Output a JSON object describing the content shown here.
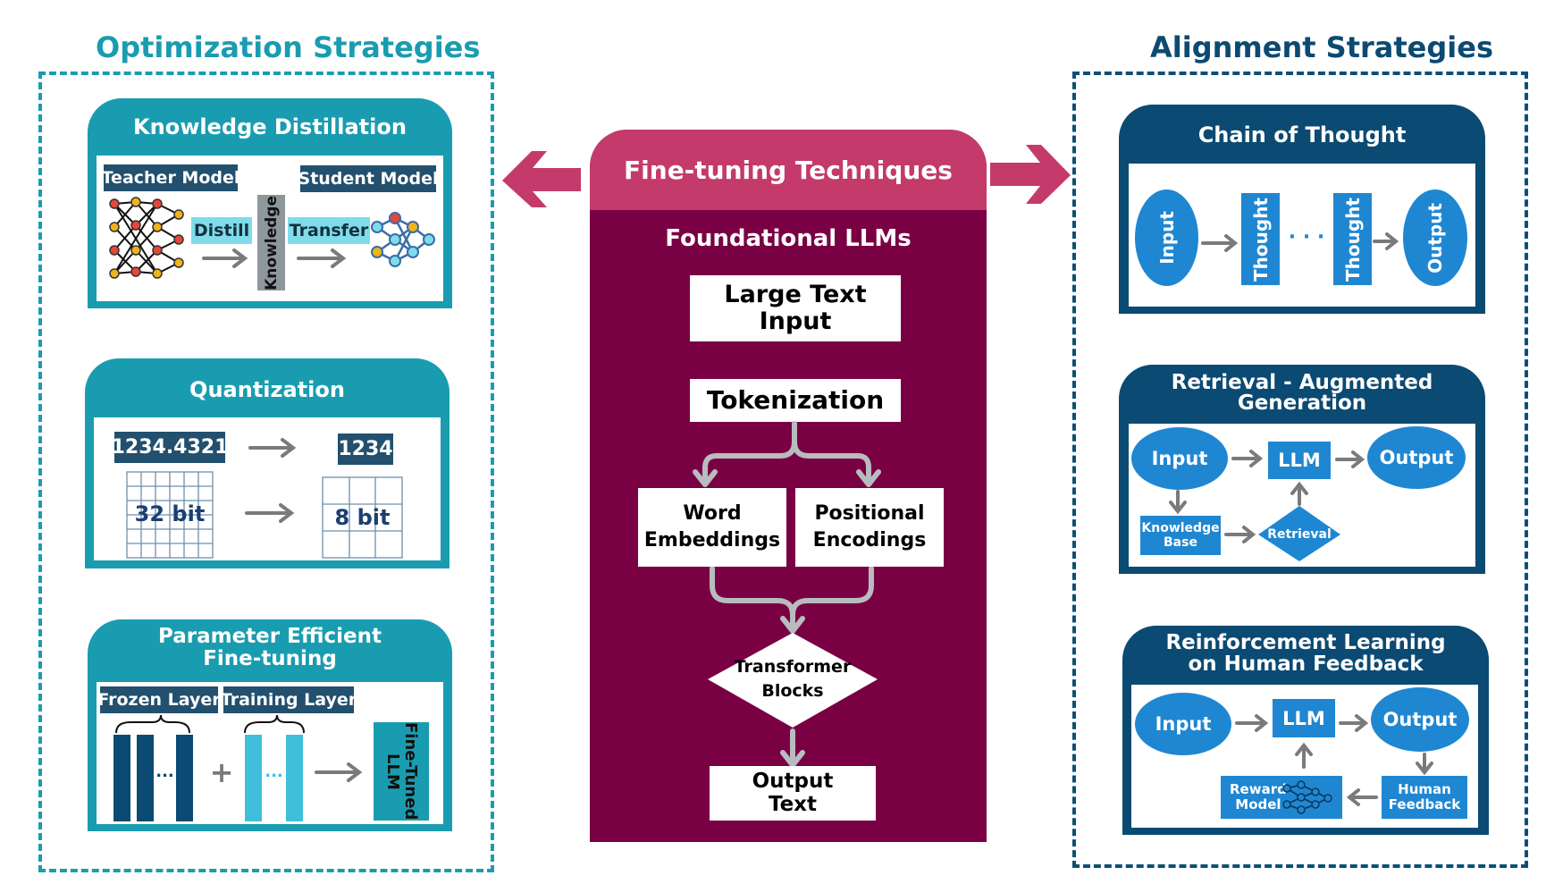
{
  "optimization": {
    "title": "Optimization Strategies",
    "knowledge_distillation": {
      "title": "Knowledge Distillation",
      "teacher": "Teacher Model",
      "student": "Student Model",
      "distill": "Distill",
      "knowledge": "Knowledge",
      "transfer": "Transfer"
    },
    "quantization": {
      "title": "Quantization",
      "value_full": "1234.4321",
      "value_quant": "1234",
      "bits_full": "32 bit",
      "bits_quant": "8 bit"
    },
    "peft": {
      "title_line1": "Parameter Efficient",
      "title_line2": "Fine-tuning",
      "frozen": "Frozen Layer",
      "training": "Training Layer",
      "dots": "...",
      "plus": "+",
      "finetuned_line1": "Fine-Tuned",
      "finetuned_line2": "LLM"
    }
  },
  "center": {
    "title": "Fine-tuning Techniques",
    "subtitle": "Foundational LLMs",
    "input_line1": "Large Text",
    "input_line2": "Input",
    "tokenization": "Tokenization",
    "word_line1": "Word",
    "word_line2": "Embeddings",
    "pos_line1": "Positional",
    "pos_line2": "Encodings",
    "transformer_line1": "Transformer",
    "transformer_line2": "Blocks",
    "output_line1": "Output",
    "output_line2": "Text"
  },
  "alignment": {
    "title": "Alignment Strategies",
    "cot": {
      "title": "Chain of Thought",
      "input": "Input",
      "thought1": "Thought",
      "dots": "· · ·",
      "thought2": "Thought",
      "output": "Output"
    },
    "rag": {
      "title_line1": "Retrieval - Augmented",
      "title_line2": "Generation",
      "input": "Input",
      "llm": "LLM",
      "output": "Output",
      "kb_line1": "Knowledge",
      "kb_line2": "Base",
      "retrieval": "Retrieval"
    },
    "rlhf": {
      "title_line1": "Reinforcement Learning",
      "title_line2": "on Human Feedback",
      "input": "Input",
      "llm": "LLM",
      "output": "Output",
      "reward_line1": "Reward",
      "reward_line2": "Model",
      "human_line1": "Human",
      "human_line2": "Feedback"
    }
  },
  "colors": {
    "teal": "#1a9cb0",
    "navy": "#0b4a72",
    "maroon": "#7a0044",
    "pink": "#c43a6a",
    "blue": "#1f87d2",
    "gray_arrow": "#7a7a7a"
  }
}
